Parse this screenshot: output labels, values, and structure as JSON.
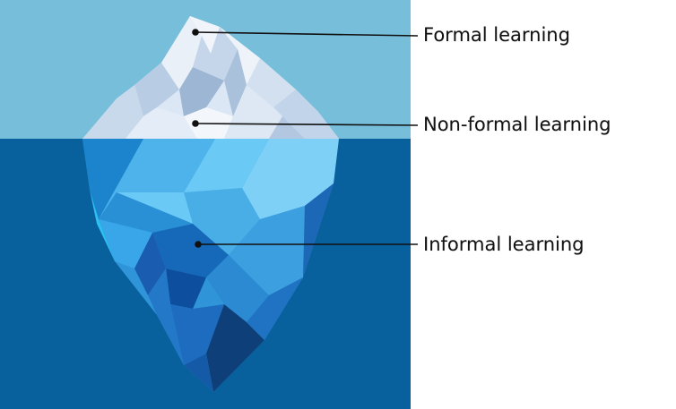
{
  "labels": {
    "formal": "Formal learning",
    "non_formal": "Non-formal learning",
    "informal": "Informal learning"
  },
  "colors": {
    "sky": "#77bedb",
    "water": "#08619d",
    "ice_light": "#d9e6f3",
    "ice_shadow": "#a7c0da",
    "ice_submerged": "#3a9ee0",
    "leader_line": "#111111"
  }
}
